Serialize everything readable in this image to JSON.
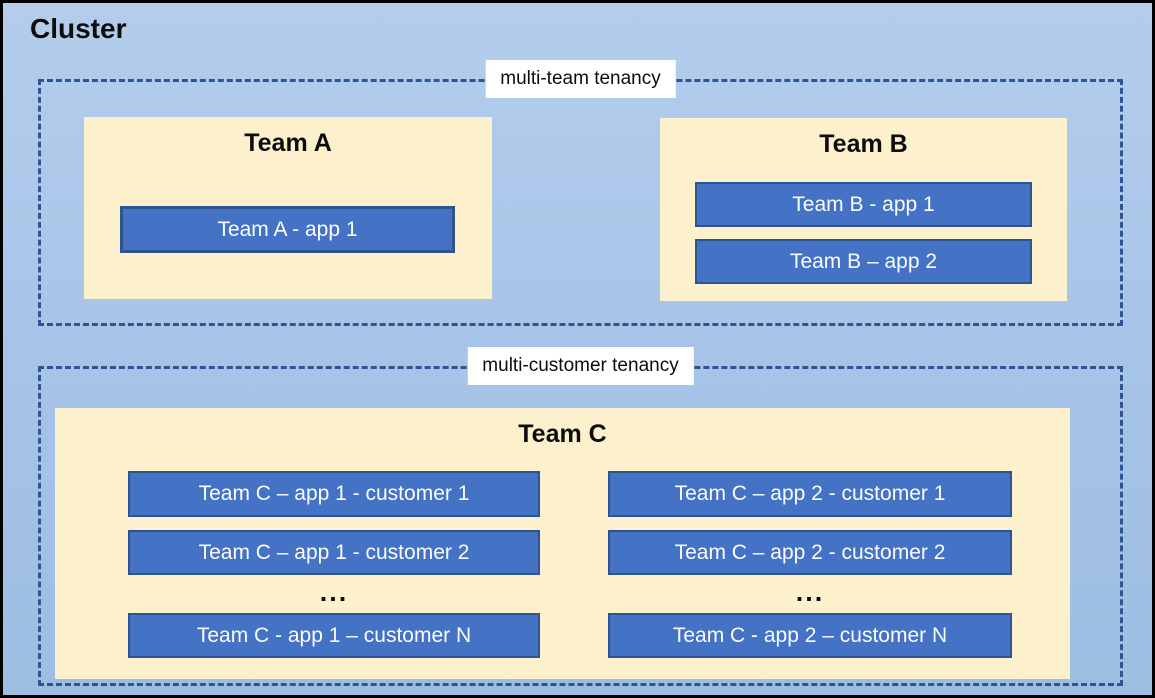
{
  "title": "Cluster",
  "colors": {
    "canvas_blue": "#a8c5e8",
    "panel_cream": "#fdf1cd",
    "app_fill_blue": "#4472c4",
    "app_border_blue": "#2e5390",
    "dashed_border_blue": "#2f5597",
    "outer_border": "#000000",
    "label_background": "#ffffff"
  },
  "groups": {
    "team": {
      "label": "multi-team tenancy",
      "teamA": {
        "name": "Team A",
        "app1": "Team A - app 1"
      },
      "teamB": {
        "name": "Team B",
        "app1": "Team B - app 1",
        "app2": "Team B – app 2"
      }
    },
    "customer": {
      "label": "multi-customer tenancy",
      "teamC": {
        "name": "Team C",
        "col1": {
          "row1": "Team C – app 1 - customer 1",
          "row2": "Team C – app 1 - customer 2",
          "ellipsis": "...",
          "rowN": "Team C - app 1 – customer N"
        },
        "col2": {
          "row1": "Team C – app 2 - customer 1",
          "row2": "Team C – app 2 - customer 2",
          "ellipsis": "...",
          "rowN": "Team C - app 2 – customer N"
        }
      }
    }
  }
}
